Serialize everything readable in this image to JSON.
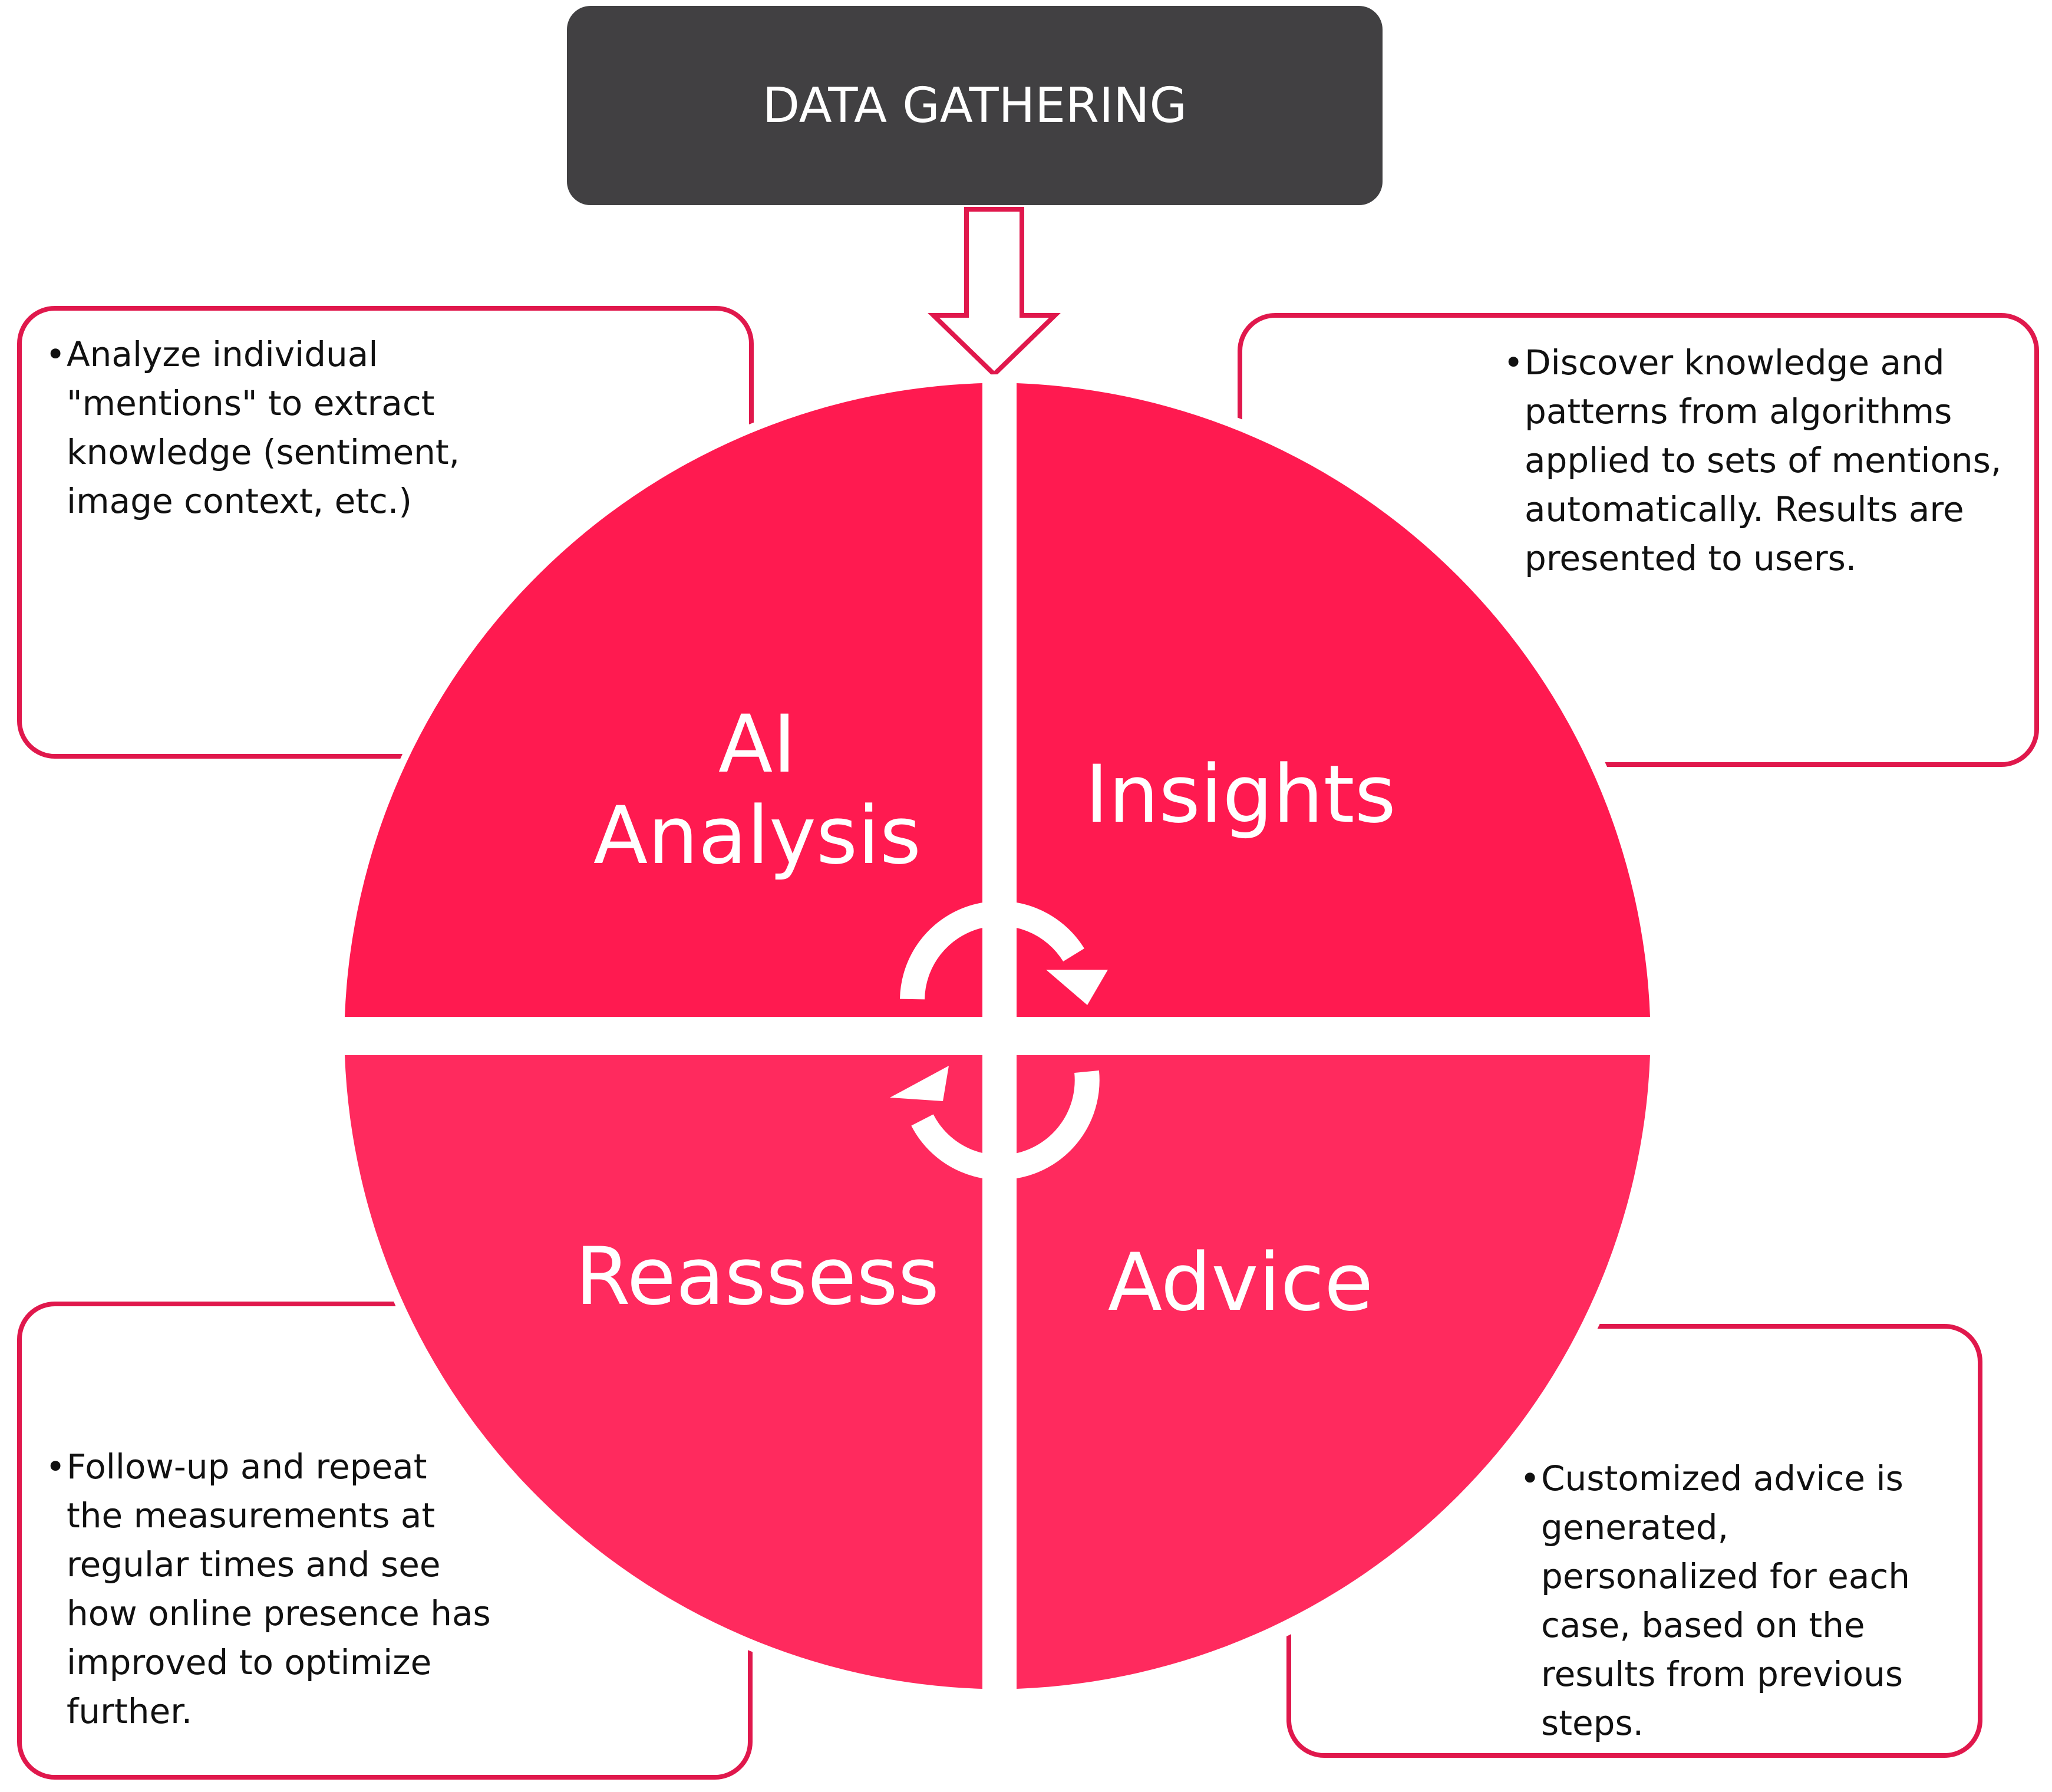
{
  "header": {
    "label": "DATA GATHERING"
  },
  "quadrants": [
    {
      "id": "ai-analysis",
      "label_lines": [
        "AI",
        "Analysis"
      ]
    },
    {
      "id": "insights",
      "label_lines": [
        "Insights"
      ]
    },
    {
      "id": "reassess",
      "label_lines": [
        "Reassess"
      ]
    },
    {
      "id": "advice",
      "label_lines": [
        "Advice"
      ]
    }
  ],
  "callouts": {
    "ai_analysis": "Analyze individual \"mentions\" to extract knowledge (sentiment, image context, etc.)",
    "insights": "Discover knowledge and patterns from algorithms applied to sets of mentions, automatically. Results are presented to users.",
    "reassess": "Follow-up and repeat the measurements at regular times and see how online presence has improved to optimize further.",
    "advice": "Customized advice is generated, personalized for each case, based on the results from previous steps."
  },
  "bullet": "•",
  "colors": {
    "header_fill": "#414042",
    "quadrant_top": "#ff1a50",
    "quadrant_bottom": "#ff2a5e",
    "box_border": "#e0184c",
    "arrow_stroke": "#e0184c"
  }
}
